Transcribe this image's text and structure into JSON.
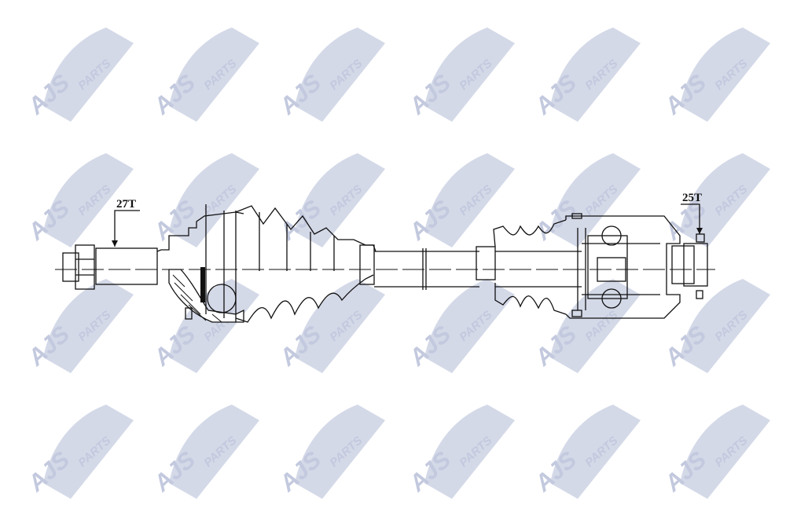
{
  "watermark": {
    "brand": "AJS",
    "sub": "PARTS",
    "color": "#c3c9de"
  },
  "labels": {
    "left_spline": "27T",
    "right_spline": "25T"
  }
}
